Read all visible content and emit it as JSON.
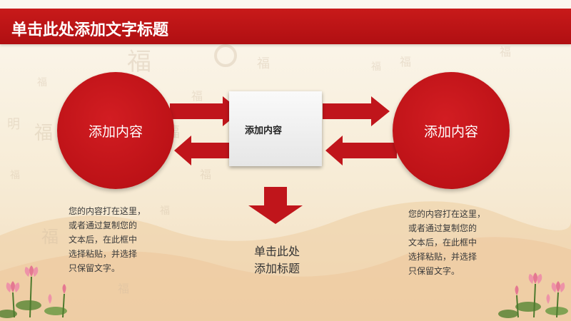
{
  "header": {
    "title": "单击此处添加文字标题"
  },
  "main": {
    "left_circle_label": "添加内容",
    "center_box_label": "添加内容",
    "right_circle_label": "添加内容",
    "left_text": [
      "您的内容打在这里，",
      "或者通过复制您的",
      "文本后，在此框中",
      "选择粘贴，并选择",
      "只保留文字。"
    ],
    "right_text": [
      "您的内容打在这里，",
      "或者通过复制您的",
      "文本后，在此框中",
      "选择粘贴，并选择",
      "只保留文字。"
    ],
    "bottom_title": [
      "单击此处",
      "添加标题"
    ]
  },
  "colors": {
    "accent_red": "#c0151b",
    "title_bar": "#c31719",
    "background": "#f7ecd6"
  },
  "decorations": [
    "fu-calligraphy-watermark",
    "lotus-flower-icon",
    "mountain-wash"
  ]
}
